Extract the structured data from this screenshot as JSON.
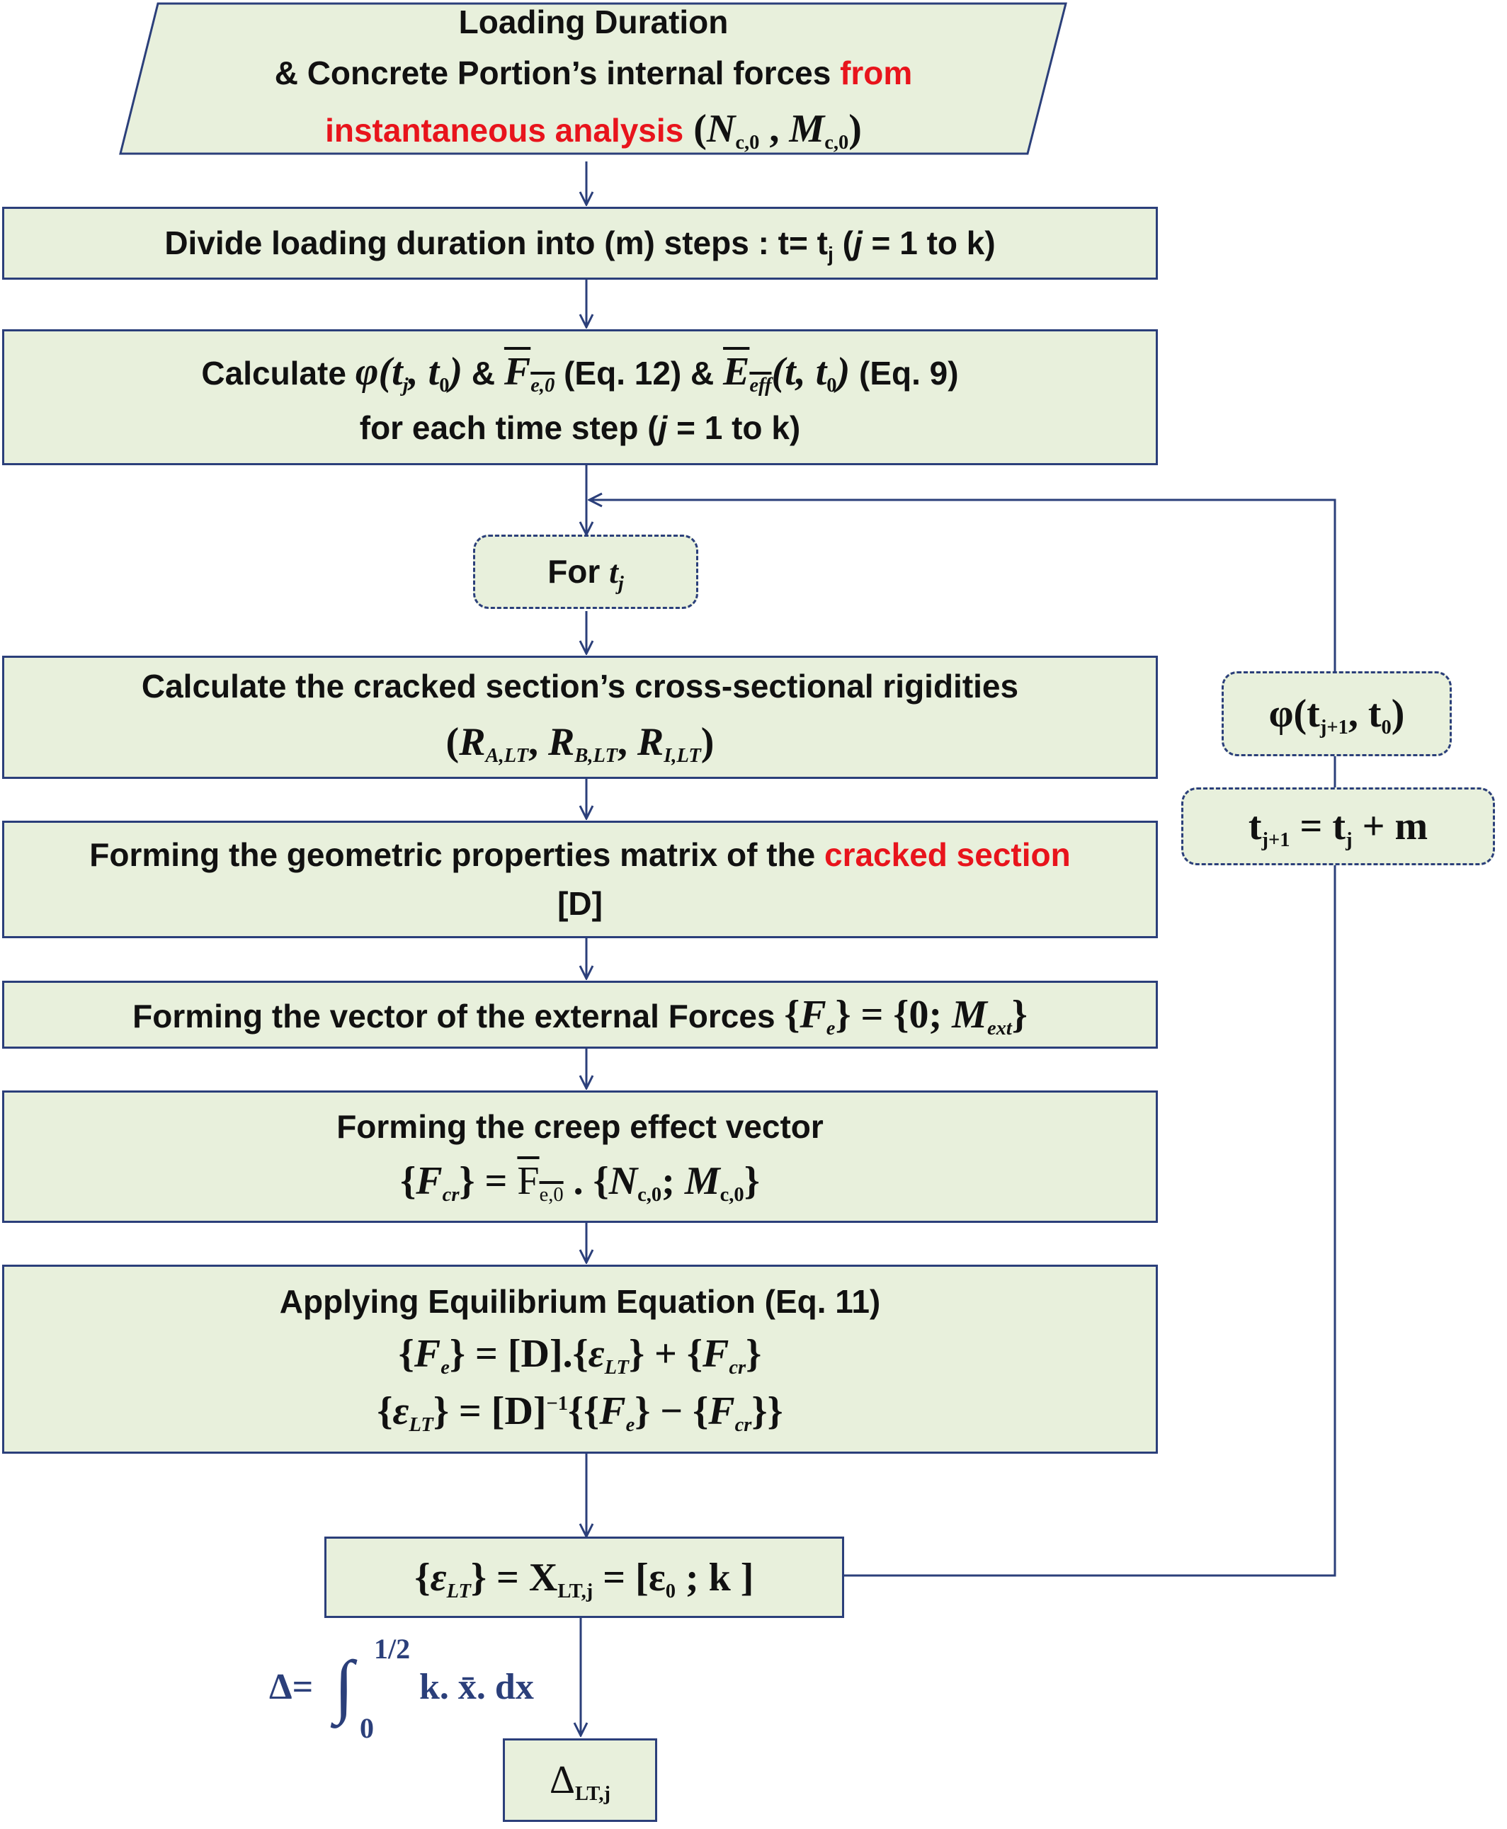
{
  "input": {
    "line1": "Loading Duration",
    "line2a": "& Concrete Portion’s internal forces ",
    "line2b": "from",
    "line3a": "instantaneous analysis",
    "line3b": " (",
    "N": "N",
    "N_sub": "c,0",
    "sep": " , ",
    "M": "M",
    "M_sub": "c,0",
    "close": ")"
  },
  "step_divide": {
    "text": "Divide loading duration into (m) steps : t= t",
    "t_sub": "j",
    "paren_open": " (",
    "j": "j",
    "range": " = 1 to k)"
  },
  "step_calculate": {
    "calc": "Calculate ",
    "phi": "φ(t",
    "phi_sub": "j",
    "phi_mid": ", t",
    "phi_sub0": "0",
    "phi_close": ")",
    "amp1": " & ",
    "F": "F",
    "F_sub": "e,0",
    "eq12": " (Eq. 12) & ",
    "E": "E",
    "E_sub": "eff",
    "E_args": "(t, t",
    "E_sub0": "0",
    "E_close": ")",
    "eq9": " (Eq. 9)",
    "line2a": "for  each time step  (",
    "j": "j",
    "line2b": " = 1 to k)"
  },
  "for_tj": {
    "text": "For ",
    "t": "t",
    "sub": "j"
  },
  "step_rigidities": {
    "line1": "Calculate the cracked section’s cross-sectional rigidities",
    "open": "(",
    "RA": "R",
    "RA_sub": "A,LT",
    "c1": ", ",
    "RB": "R",
    "RB_sub": "B,LT",
    "c2": ", ",
    "RI": "R",
    "RI_sub": "I,LT",
    "close": ")"
  },
  "step_matrix": {
    "line1a": "Forming the geometric properties matrix of the ",
    "line1b": "cracked section",
    "line2": "[D]"
  },
  "step_external": {
    "text": "Forming the vector of the external Forces ",
    "open": "{",
    "F": "F",
    "F_sub": "e",
    "mid": "} = {0; ",
    "M": "M",
    "M_sub": "ext",
    "close": "}"
  },
  "step_creep": {
    "line1": "Forming the creep effect vector",
    "open": "{",
    "F": "F",
    "F_sub": "cr",
    "eq": "} = ",
    "Fbar": "F",
    "Fbar_sub": "e,0",
    "dot": " . {",
    "N": "N",
    "N_sub": "c,0",
    "semi": "; ",
    "M": "M",
    "M_sub": "c,0",
    "close": "}"
  },
  "step_equilibrium": {
    "line1": "Applying Equilibrium Equation (Eq. 11)",
    "eq1_open": "{",
    "eq1_F": "F",
    "eq1_F_sub": "e",
    "eq1_mid": "} =  [D].{",
    "eq1_eps": "ε",
    "eq1_eps_sub": "LT",
    "eq1_plus": "} + {",
    "eq1_F2": "F",
    "eq1_F2_sub": "cr",
    "eq1_close": "}",
    "eq2_open": "{",
    "eq2_eps": "ε",
    "eq2_eps_sub": "LT",
    "eq2_mid": "} = [D]",
    "eq2_sup": "−1",
    "eq2_b": "{{",
    "eq2_F": "F",
    "eq2_F_sub": "e",
    "eq2_minus": "} − {",
    "eq2_F2": "F",
    "eq2_F2_sub": "cr",
    "eq2_close": "}}"
  },
  "result": {
    "open": "{",
    "eps": "ε",
    "eps_sub": "LT",
    "eq": "} = X",
    "X_sub": "LT,j",
    "mid": " =  [ε",
    "eps0_sub": "0",
    "tail": " ;  k ]"
  },
  "deflection_formula": {
    "delta": "Δ=",
    "integral": "∫",
    "upper": "1/2",
    "lower": "0",
    "body": "k. x̄. dx"
  },
  "output": {
    "text": "Δ",
    "sub": "LT,j"
  },
  "loop_phi": {
    "phi": "φ(t",
    "sub1": "j+1",
    "mid": ", t",
    "sub0": "0",
    "close": ")"
  },
  "loop_time": {
    "t1": "t",
    "sub1": "j+1",
    "eq": " =  t",
    "sub2": "j",
    "tail": " + m"
  },
  "colors": {
    "box_fill": "#e8f0dc",
    "border": "#2b3f7a",
    "arrow": "#2b3f7a",
    "highlight": "#e8141c",
    "text": "#111111"
  }
}
